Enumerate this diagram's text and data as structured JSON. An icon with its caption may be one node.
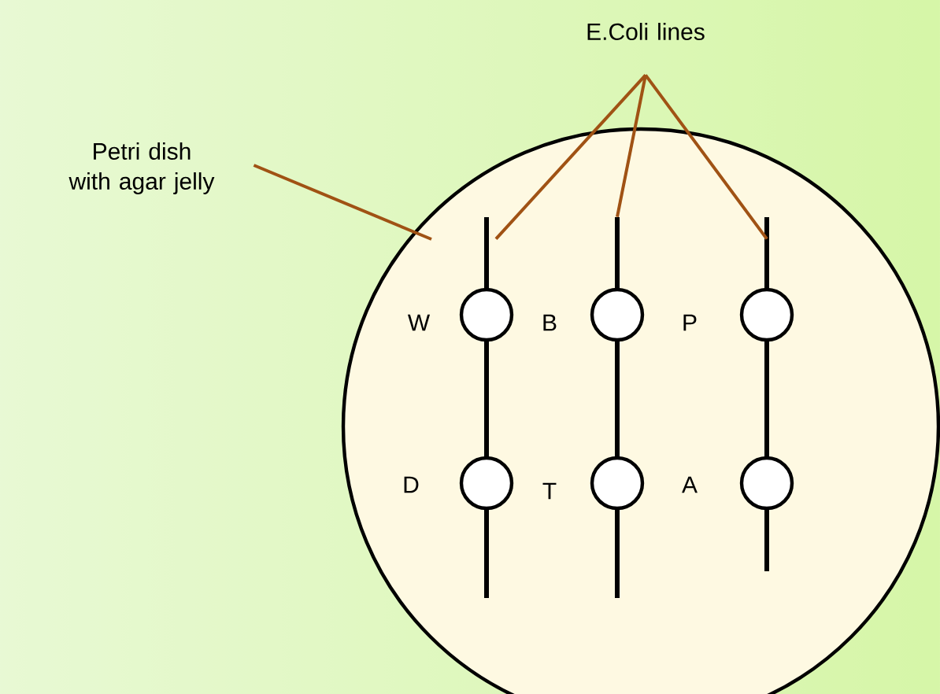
{
  "diagram": {
    "nodes": [
      {
        "text": [
          "E.Coli lines"
        ]
      },
      {
        "text": [
          "Petri dish with agar jelly"
        ]
      },
      {
        "text": [],
        "shape": "circle"
      },
      {
        "text": [],
        "shape": "line",
        "in": 2
      },
      {
        "text": [],
        "shape": "line",
        "in": 2
      },
      {
        "text": [],
        "shape": "line",
        "in": 2
      },
      {
        "text": [],
        "shape": "circle",
        "in": 2,
        "beside": [
          "W"
        ]
      },
      {
        "text": [],
        "shape": "circle",
        "in": 2,
        "beside": [
          "B"
        ]
      },
      {
        "text": [],
        "shape": "circle",
        "in": 2,
        "beside": [
          "P"
        ]
      },
      {
        "text": [],
        "shape": "circle",
        "in": 2,
        "beside": [
          "D"
        ]
      },
      {
        "text": [],
        "shape": "circle",
        "in": 2,
        "beside": [
          "T"
        ]
      },
      {
        "text": [],
        "shape": "circle",
        "in": 2,
        "beside": [
          "A"
        ]
      }
    ],
    "edges": [
      {
        "from": 0,
        "to": 3,
        "arrow": "none"
      },
      {
        "from": 0,
        "to": 4,
        "arrow": "none"
      },
      {
        "from": 0,
        "to": 5,
        "arrow": "none"
      },
      {
        "from": 1,
        "to": 2,
        "arrow": "none"
      }
    ]
  }
}
